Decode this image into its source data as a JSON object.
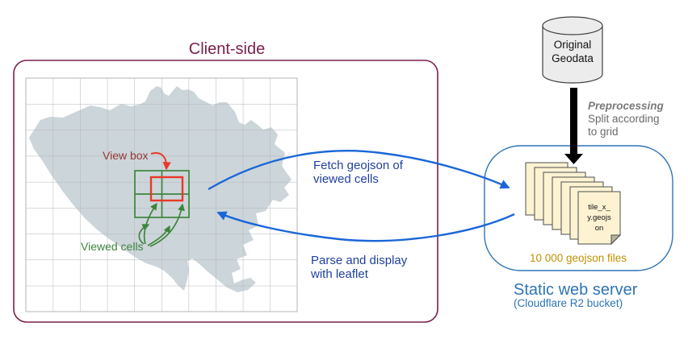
{
  "client": {
    "title": "Client-side",
    "map": {
      "view_box_label": "View box",
      "viewed_cells_label": "Viewed cells"
    }
  },
  "flows": {
    "fetch": {
      "line1": "Fetch geojson of",
      "line2": "viewed cells"
    },
    "parse": {
      "line1": "Parse and display",
      "line2": "with leaflet"
    }
  },
  "geodata": {
    "line1": "Original",
    "line2": "Geodata"
  },
  "preprocessing": {
    "title": "Preprocessing",
    "desc_line1": "Split according",
    "desc_line2": "to grid"
  },
  "server": {
    "file": {
      "line1": "tile_x_",
      "line2": "y.geojs",
      "line3": "on"
    },
    "caption": "10 000 geojson files",
    "title": "Static web server",
    "subtitle": "(Cloudflare R2 bucket)"
  },
  "colors": {
    "client_accent": "#7a1f4c",
    "flow_arrow_blue": "#1a66d8",
    "flow_label_blue": "#2040a0",
    "server_blue": "#2e74b5",
    "file_cream": "#fdf3d2",
    "caption_gold": "#bf9000",
    "view_box_red": "#e8392b",
    "view_box_label_red": "#943734",
    "viewed_cells_green": "#3d853d",
    "map_fill": "#ccd5d9",
    "grid_line": "#b2b6b8",
    "preprocessing_gray": "#6a6a6a"
  }
}
